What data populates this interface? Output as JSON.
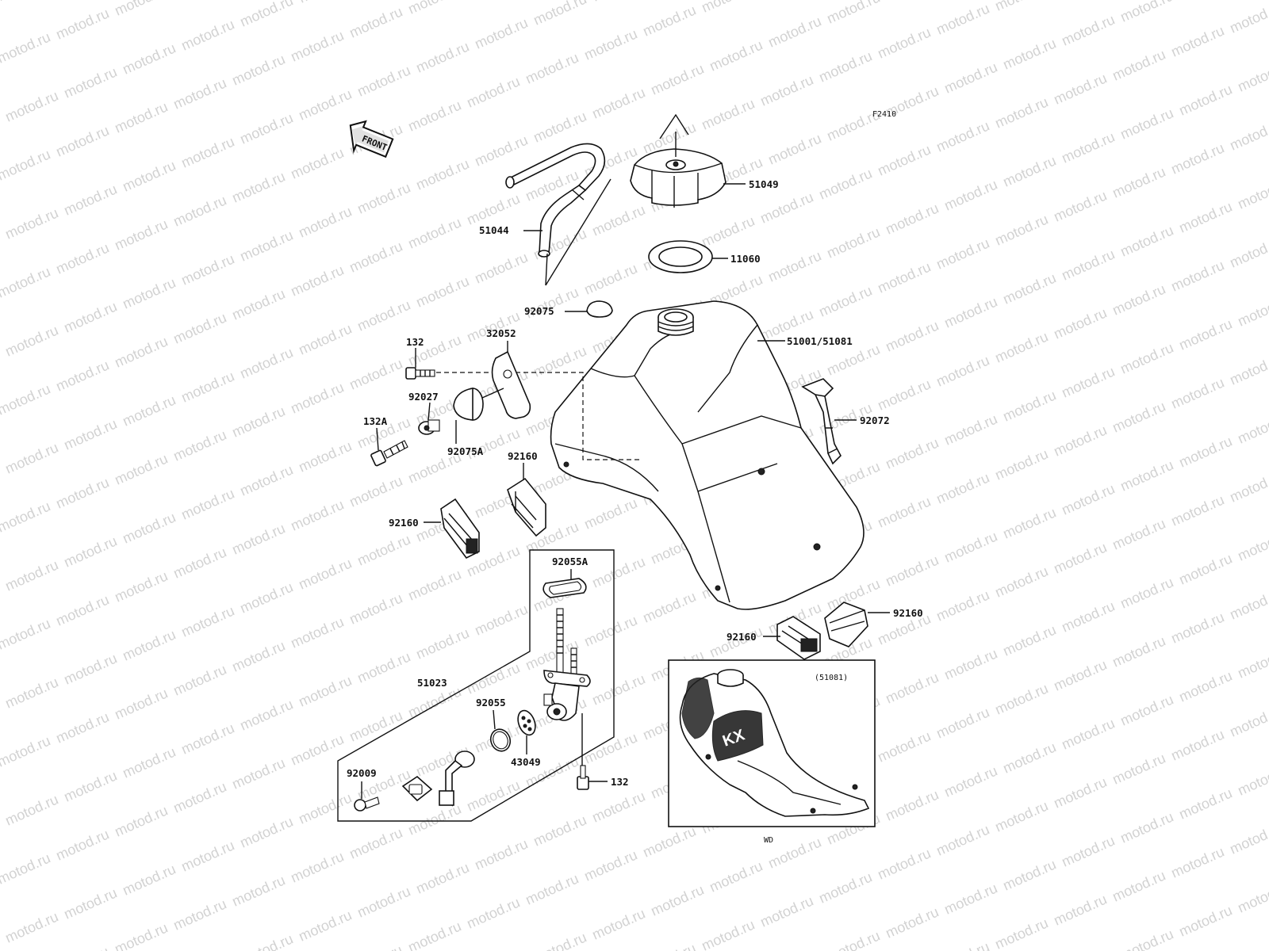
{
  "diagram": {
    "figure_code": "F2410",
    "front_arrow_text": "FRONT",
    "watermark": "motod.ru",
    "inset_label": "(51081)",
    "inset_caption": "WD",
    "decal_text": "KX",
    "parts": [
      {
        "id": "51049",
        "label": "51049"
      },
      {
        "id": "51044",
        "label": "51044"
      },
      {
        "id": "11060",
        "label": "11060"
      },
      {
        "id": "92075",
        "label": "92075"
      },
      {
        "id": "51001-51081",
        "label": "51001/51081"
      },
      {
        "id": "132-top",
        "label": "132"
      },
      {
        "id": "32052",
        "label": "32052"
      },
      {
        "id": "92027",
        "label": "92027"
      },
      {
        "id": "132A",
        "label": "132A"
      },
      {
        "id": "92075A",
        "label": "92075A"
      },
      {
        "id": "92072",
        "label": "92072"
      },
      {
        "id": "92160-a",
        "label": "92160"
      },
      {
        "id": "92160-b",
        "label": "92160"
      },
      {
        "id": "92160-c",
        "label": "92160"
      },
      {
        "id": "92160-d",
        "label": "92160"
      },
      {
        "id": "92055A",
        "label": "92055A"
      },
      {
        "id": "51023",
        "label": "51023"
      },
      {
        "id": "92055",
        "label": "92055"
      },
      {
        "id": "43049",
        "label": "43049"
      },
      {
        "id": "92009",
        "label": "92009"
      },
      {
        "id": "132-bottom",
        "label": "132"
      }
    ]
  }
}
